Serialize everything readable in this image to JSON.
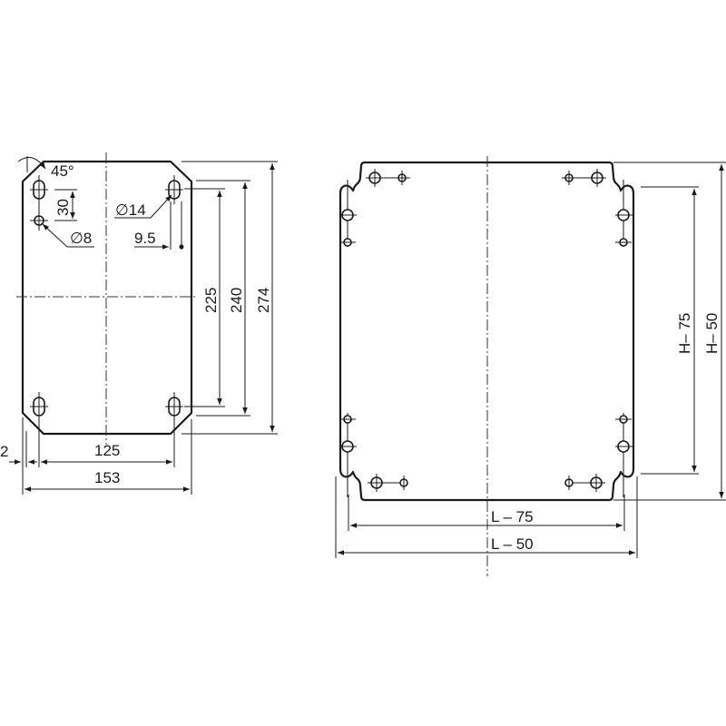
{
  "drawing": {
    "type": "mounting plate technical drawing",
    "background": "#ffffff",
    "line_color": "#1a1a1a"
  },
  "left_view": {
    "angle_label": "45°",
    "hole_spacing_label": "30",
    "small_hole_label": "∅8",
    "slot_label": "∅14",
    "edge_offset_label": "9.5",
    "dim_inner_height": "225",
    "dim_mid_height": "240",
    "dim_outer_height": "274",
    "dim_edge_gap": "2",
    "dim_inner_width": "125",
    "dim_outer_width": "153"
  },
  "right_view": {
    "dim_inner_height": "H– 75",
    "dim_outer_height": "H– 50",
    "dim_inner_width": "L – 75",
    "dim_outer_width": "L – 50"
  }
}
